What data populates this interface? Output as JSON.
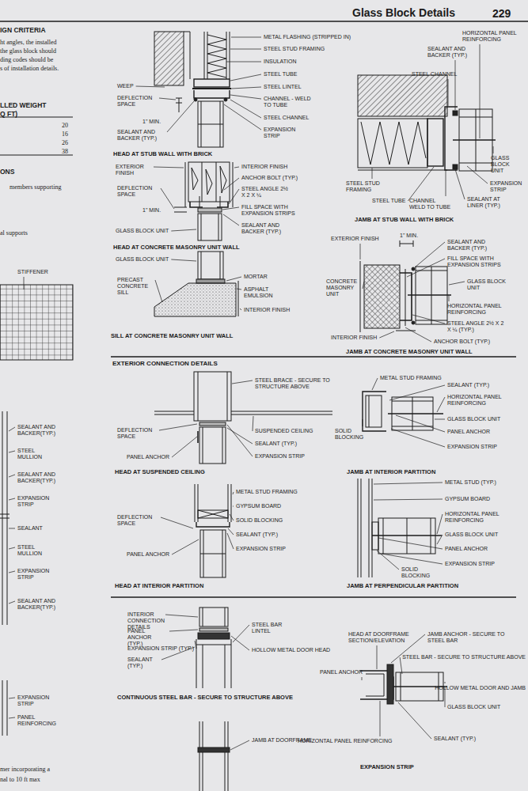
{
  "diagram": {
    "title": "Glass Block Details",
    "labels": [
      "229",
      "IGN CRITERIA",
      "ht angles, the installed",
      "the glass block should",
      "ding codes should be",
      "s of installation details.",
      "LLED WEIGHT",
      "Q FT)",
      "20",
      "16",
      "26",
      "38",
      "ONS",
      "members supporting",
      "al supports",
      "STIFFENER",
      "SEALANT AND BACKER(TYP.)",
      "STEEL MULLION",
      "SEALANT AND BACKER(TYP.)",
      "EXPANSION STRIP",
      "SEALANT",
      "STEEL MULLION",
      "EXPANSION STRIP",
      "SEALANT AND BACKER(TYP.)",
      "EXPANSION STRIP",
      "PANEL REINFORCING",
      "mer incorporating a",
      "nal to 10 ft max",
      "METAL FLASHING (STRIPPED IN)",
      "STEEL STUD FRAMING",
      "INSULATION",
      "STEEL TUBE",
      "STEEL LINTEL",
      "CHANNEL - WELD TO TUBE",
      "STEEL CHANNEL",
      "EXPANSION STRIP",
      "WEEP",
      "DEFLECTION SPACE",
      "1\" MIN.",
      "SEALANT AND BACKER (TYP.)",
      "HEAD AT STUB WALL WITH BRICK",
      "HORIZONTAL PANEL REINFORCING",
      "SEALANT AND BACKER (TYP.)",
      "STEEL CHANNEL",
      "GLASS BLOCK UNIT",
      "EXPANSION STRIP",
      "SEALANT AT LINER (TYP.)",
      "STEEL STUD FRAMING",
      "STEEL TUBE",
      "CHANNEL WELD TO TUBE",
      "JAMB AT STUB WALL WITH BRICK",
      "EXTERIOR FINISH",
      "DEFLECTION SPACE",
      "1\" MIN.",
      "INTERIOR FINISH",
      "ANCHOR BOLT (TYP.)",
      "STEEL ANGLE 2½ X 2 X ¼",
      "FILL SPACE WITH EXPANSION STRIPS",
      "SEALANT AND BACKER (TYP.)",
      "GLASS BLOCK UNIT",
      "HEAD AT CONCRETE MASONRY UNIT WALL",
      "EXTERIOR FINISH",
      "1\" MIN.",
      "SEALANT AND BACKER (TYP.)",
      "FILL SPACE WITH EXPANSION STRIPS",
      "CONCRETE MASONRY UNIT",
      "GLASS BLOCK UNIT",
      "HORIZONTAL PANEL REINFORCING",
      "STEEL ANGLE 2½ X 2 X ¼ (TYP.)",
      "INTERIOR FINISH",
      "ANCHOR BOLT (TYP.)",
      "JAMB AT CONCRETE MASONRY UNIT WALL",
      "GLASS BLOCK UNIT",
      "PRECAST CONCRETE SILL",
      "MORTAR",
      "ASPHALT EMULSION",
      "INTERIOR FINISH",
      "SILL AT CONCRETE MASONRY UNIT WALL",
      "EXTERIOR CONNECTION DETAILS",
      "STEEL BRACE - SECURE TO STRUCTURE ABOVE",
      "DEFLECTION SPACE",
      "SUSPENDED CEILING",
      "SEALANT (TYP.)",
      "PANEL ANCHOR",
      "EXPANSION STRIP",
      "HEAD AT SUSPENDED CEILING",
      "METAL STUD FRAMING",
      "SEALANT (TYP.)",
      "HORIZONTAL PANEL REINFORCING",
      "GLASS BLOCK UNIT",
      "PANEL ANCHOR",
      "SOLID BLOCKING",
      "EXPANSION STRIP",
      "JAMB AT INTERIOR PARTITION",
      "METAL STUD FRAMING",
      "GYPSUM BOARD",
      "DEFLECTION SPACE",
      "SOLID BLOCKING",
      "SEALANT (TYP.)",
      "EXPANSION STRIP",
      "PANEL ANCHOR",
      "HEAD AT INTERIOR PARTITION",
      "METAL STUD (TYP.)",
      "GYPSUM BOARD",
      "HORIZONTAL PANEL REINFORCING",
      "GLASS BLOCK UNIT",
      "PANEL ANCHOR",
      "EXPANSION STRIP",
      "SOLID BLOCKING",
      "JAMB AT PERPENDICULAR PARTITION",
      "INTERIOR CONNECTION DETAILS",
      "PANEL ANCHOR (TYP.)",
      "EXPANSION STRIP (TYP.)",
      "SEALANT (TYP.)",
      "STEEL BAR LINTEL",
      "HOLLOW METAL DOOR HEAD",
      "CONTINUOUS STEEL BAR - SECURE TO STRUCTURE ABOVE",
      "HEAD AT DOORFRAME SECTION/ELEVATION",
      "JAMB ANCHOR - SECURE TO STEEL BAR",
      "STEEL BAR - SECURE TO STRUCTURE ABOVE",
      "PANEL ANCHOR",
      "HOLLOW METAL DOOR AND JAMB",
      "GLASS BLOCK UNIT",
      "HORIZONTAL PANEL REINFORCING",
      "SEALANT (TYP.)",
      "EXPANSION STRIP",
      "JAMB AT DOORFRAME",
      "CONTINUOUS STEEL BAR - SECURE TO STRUCTURE ABOVE"
    ]
  }
}
